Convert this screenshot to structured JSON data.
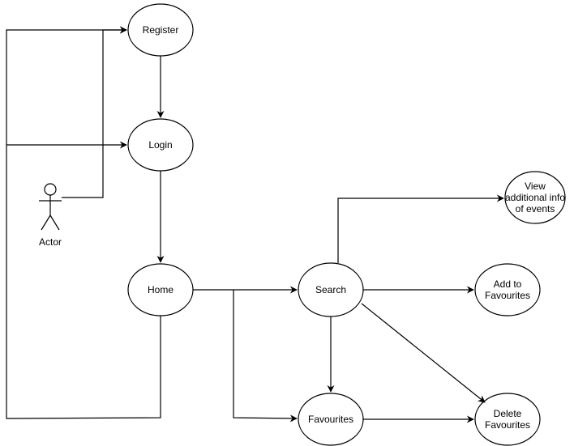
{
  "diagram": {
    "actor": {
      "label": "Actor"
    },
    "nodes": {
      "register": "Register",
      "login": "Login",
      "home": "Home",
      "search": "Search",
      "view_info": "View\nadditional info\nof events",
      "add_fav": "Add to\nFavourites",
      "favourites": "Favourites",
      "delete_fav": "Delete\nFavourites"
    }
  }
}
